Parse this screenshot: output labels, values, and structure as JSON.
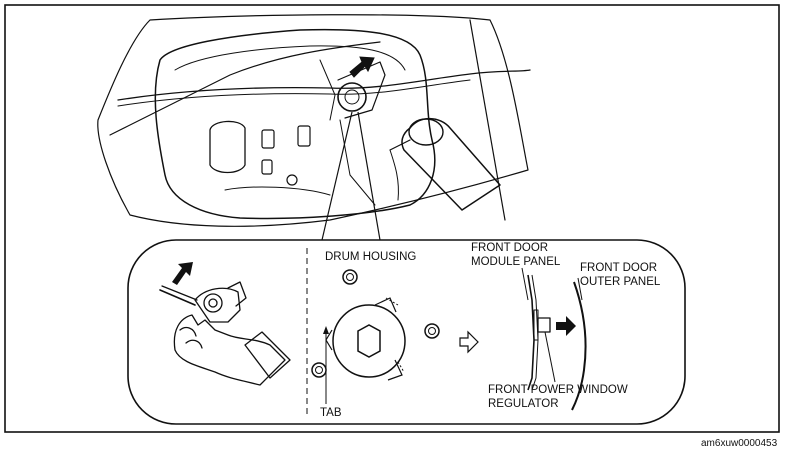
{
  "labels": {
    "drum_housing": "DRUM HOUSING",
    "front_door_module_panel_line1": "FRONT DOOR",
    "front_door_module_panel_line2": "MODULE PANEL",
    "front_door_outer_panel_line1": "FRONT DOOR",
    "front_door_outer_panel_line2": "OUTER PANEL",
    "front_power_window_regulator_line1": "FRONT POWER WINDOW",
    "front_power_window_regulator_line2": "REGULATOR",
    "tab": "TAB"
  },
  "figure_code": "am6xuw0000453"
}
